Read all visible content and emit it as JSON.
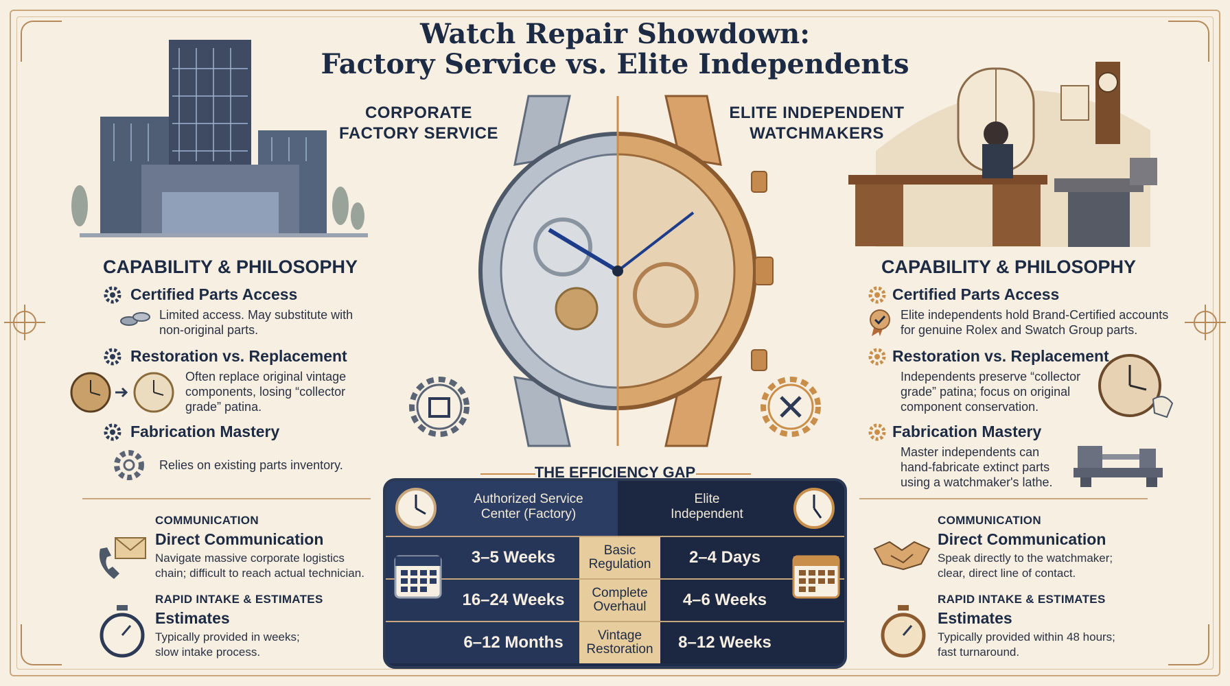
{
  "title": {
    "line1": "Watch Repair Showdown:",
    "line2": "Factory Service vs. Elite Independents"
  },
  "left": {
    "heading_line1": "CORPORATE",
    "heading_line2": "FACTORY SERVICE",
    "section_title": "CAPABILITY & PHILOSOPHY",
    "items": [
      {
        "title": "Certified Parts Access",
        "text_line1": "Limited access. May substitute with",
        "text_line2": "non-original parts."
      },
      {
        "title": "Restoration vs. Replacement",
        "text_line1": "Often replace original vintage",
        "text_line2": "components, losing “collector",
        "text_line3": "grade” patina."
      },
      {
        "title": "Fabrication Mastery",
        "text_line1": "Relies on existing parts inventory."
      }
    ],
    "communication": {
      "label": "COMMUNICATION",
      "title": "Direct Communication",
      "text_line1": "Navigate massive corporate logistics",
      "text_line2": "chain; difficult to reach actual technician."
    },
    "estimates": {
      "label": "RAPID INTAKE & ESTIMATES",
      "title": "Estimates",
      "text_line1": "Typically provided in weeks;",
      "text_line2": "slow intake process."
    }
  },
  "right": {
    "heading_line1": "ELITE INDEPENDENT",
    "heading_line2": "WATCHMAKERS",
    "section_title": "CAPABILITY & PHILOSOPHY",
    "items": [
      {
        "title": "Certified Parts Access",
        "text_line1": "Elite independents hold Brand-Certified accounts",
        "text_line2": "for genuine Rolex and Swatch Group parts."
      },
      {
        "title": "Restoration vs. Replacement",
        "text_line1": "Independents preserve “collector",
        "text_line2": "grade” patina; focus on original",
        "text_line3": "component conservation."
      },
      {
        "title": "Fabrication Mastery",
        "text_line1": "Master independents can",
        "text_line2": "hand-fabricate extinct parts",
        "text_line3": "using a watchmaker's lathe."
      }
    ],
    "communication": {
      "label": "COMMUNICATION",
      "title": "Direct Communication",
      "text_line1": "Speak directly to the watchmaker;",
      "text_line2": "clear, direct line of contact."
    },
    "estimates": {
      "label": "RAPID INTAKE & ESTIMATES",
      "title": "Estimates",
      "text_line1": "Typically provided within 48 hours;",
      "text_line2": "fast turnaround."
    }
  },
  "efficiency": {
    "title": "THE EFFICIENCY GAP",
    "header_left_line1": "Authorized Service",
    "header_left_line2": "Center (Factory)",
    "header_right_line1": "Elite",
    "header_right_line2": "Independent",
    "rows": [
      {
        "factory": "3–5 Weeks",
        "task_line1": "Basic",
        "task_line2": "Regulation",
        "independent": "2–4 Days"
      },
      {
        "factory": "16–24 Weeks",
        "task_line1": "Complete",
        "task_line2": "Overhaul",
        "independent": "4–6 Weeks"
      },
      {
        "factory": "6–12 Months",
        "task_line1": "Vintage",
        "task_line2": "Restoration",
        "independent": "8–12 Weeks"
      }
    ]
  },
  "colors": {
    "navy": "#1d2a44",
    "gold": "#c98f4a",
    "steel": "#8a97a8",
    "parchment": "#f6efe2"
  },
  "icons": [
    "gear-icon",
    "coin-stack-icon",
    "clock-icon",
    "arrow-right-icon",
    "envelope-icon",
    "phone-icon",
    "stopwatch-icon",
    "handshake-icon",
    "ribbon-seal-icon",
    "calendar-icon",
    "wrench-hammer-icon",
    "microscope-icon",
    "lathe-icon"
  ]
}
